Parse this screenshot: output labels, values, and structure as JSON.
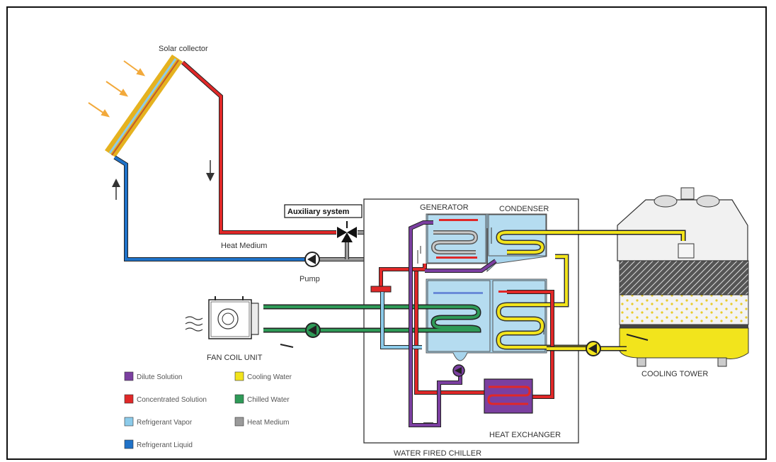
{
  "labels": {
    "solar_collector": "Solar collector",
    "auxiliary_system": "Auxiliary system",
    "heat_medium": "Heat Medium",
    "pump": "Pump",
    "generator": "GENERATOR",
    "condenser": "CONDENSER",
    "heat_exchanger": "HEAT EXCHANGER",
    "water_fired_chiller": "WATER FIRED CHILLER",
    "fan_coil_unit": "FAN COIL UNIT",
    "cooling_tower": "COOLING TOWER"
  },
  "legend": [
    {
      "label": "Dilute Solution",
      "color": "#7b3fa0"
    },
    {
      "label": "Concentrated Solution",
      "color": "#e02828"
    },
    {
      "label": "Refrigerant Vapor",
      "color": "#8ccbea"
    },
    {
      "label": "Refrigerant Liquid",
      "color": "#1f72c8"
    },
    {
      "label": "Cooling Water",
      "color": "#f2e41c"
    },
    {
      "label": "Chilled Water",
      "color": "#2e9a57"
    },
    {
      "label": "Heat Medium",
      "color": "#9a9a9a"
    }
  ],
  "colors": {
    "dilute": "#7b3fa0",
    "concentrated": "#e02828",
    "vapor": "#8ccbea",
    "liquid": "#1f72c8",
    "cooling": "#f2e41c",
    "chilled": "#2e9a57",
    "heat_medium": "#9a9a9a",
    "collector": "#e5b21f",
    "sun_arrow": "#f2a93b"
  }
}
